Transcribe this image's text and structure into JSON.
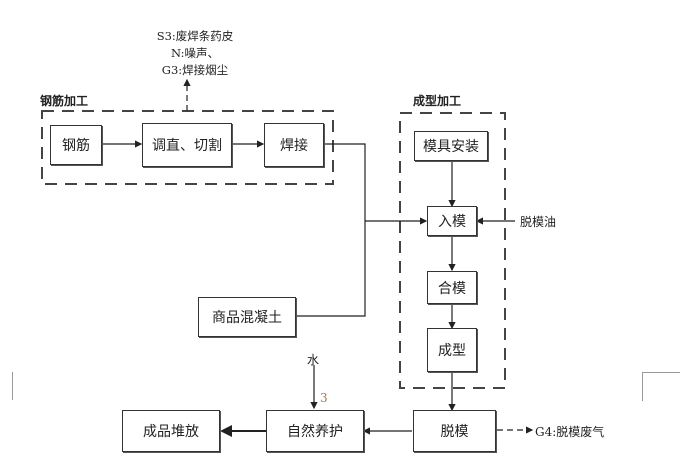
{
  "groups": {
    "rebar": {
      "title": "钢筋加工"
    },
    "forming": {
      "title": "成型加工"
    }
  },
  "boxes": {
    "rebar": "钢筋",
    "straighten_cut": "调直、切割",
    "weld": "焊接",
    "mold_install": "模具安装",
    "into_mold": "入模",
    "close_mold": "合模",
    "forming": "成型",
    "concrete": "商品混凝土",
    "demold": "脱模",
    "curing": "自然养护",
    "storage": "成品堆放"
  },
  "emissions": {
    "weld_lines": [
      "S3:废焊条药皮",
      "N:噪声、",
      "G3:焊接烟尘"
    ],
    "demold": "G4:脱模废气"
  },
  "inputs": {
    "release_oil": "脱模油",
    "water": "水",
    "water_marker": "3"
  }
}
